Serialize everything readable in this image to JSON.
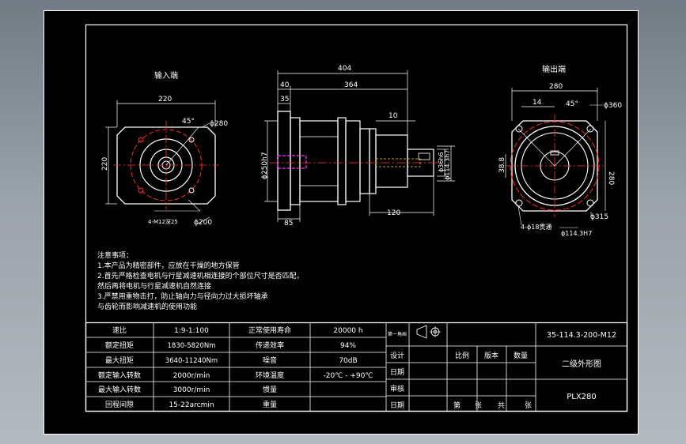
{
  "colors": {
    "background": "#8a929b",
    "sheet": "#000000",
    "lines": "#ffffff",
    "hidden": "#ff2a2a",
    "center": "#ff3333",
    "accent_magenta": "#ff33ff",
    "accent_yellow": "#ffd400",
    "tab_color": "#9a9a9a"
  },
  "views": {
    "input_view": {
      "title": "输入端",
      "dim_width": "220",
      "dim_height": "220",
      "dim_angle": "45°",
      "dim_pcd_outer": "ϕ280",
      "dim_pcd_inner": "ϕ200",
      "thread_note": "4-M12深25"
    },
    "side_view": {
      "dim_total": "404",
      "dim_40": "40",
      "dim_364": "364",
      "dim_35": "35",
      "dim_10": "10",
      "dim_250": "ϕ250h7",
      "dim_85": "85",
      "dim_120": "120",
      "dim_shaft": "ϕ36h6",
      "dim_flange": "ϕ114.3h7"
    },
    "output_view": {
      "title": "输出端",
      "dim_280": "280",
      "dim_14": "14",
      "dim_45": "45°",
      "dim_360": "ϕ360",
      "dim_38": "38.8",
      "dim_280v": "280",
      "dim_315": "ϕ315",
      "hole_note": "4-ϕ18贯通",
      "fit_note": "ϕ114.3H7"
    }
  },
  "notes": {
    "heading": "注意事项：",
    "line1": "1.本产品为精密部件，应放在干燥的地方保管",
    "line2": "2.首先严格检查电机与行星减速机相连接的个部位尺寸是否匹配，",
    "line3": "然后再将电机与行星减速机自然连接",
    "line4": "3.严禁用重物击打，防止轴向力与径向力过大损坏轴承",
    "line5": "与齿轮而影响减速机的使用功能"
  },
  "title_block": {
    "specs": [
      {
        "label": "速比",
        "value": "1:9-1:100",
        "label2": "正常使用寿命",
        "value2": "20000 h"
      },
      {
        "label": "额定扭矩",
        "value": "1830-5820Nm",
        "label2": "传递效率",
        "value2": "94%"
      },
      {
        "label": "最大扭矩",
        "value": "3640-11240Nm",
        "label2": "噪音",
        "value2": "70dB"
      },
      {
        "label": "额定输入转数",
        "value": "2000r/min",
        "label2": "环境温度",
        "value2": "-20℃ - +90℃"
      },
      {
        "label": "最大输入转数",
        "value": "3000r/min",
        "label2": "惯量",
        "value2": ""
      },
      {
        "label": "回程间隙",
        "value": "15-22arcmin",
        "label2": "重量",
        "value2": ""
      }
    ],
    "angle_label": "第一角画",
    "row_labels": [
      "设计",
      "日期",
      "审核",
      "日期"
    ],
    "header_cells": [
      "比例",
      "版本",
      "数量"
    ],
    "footer_cells": [
      "第",
      "张",
      "共",
      "张"
    ],
    "drawing_number": "35-114.3-200-M12",
    "drawing_name": "二级外形图",
    "model": "PLX280"
  }
}
